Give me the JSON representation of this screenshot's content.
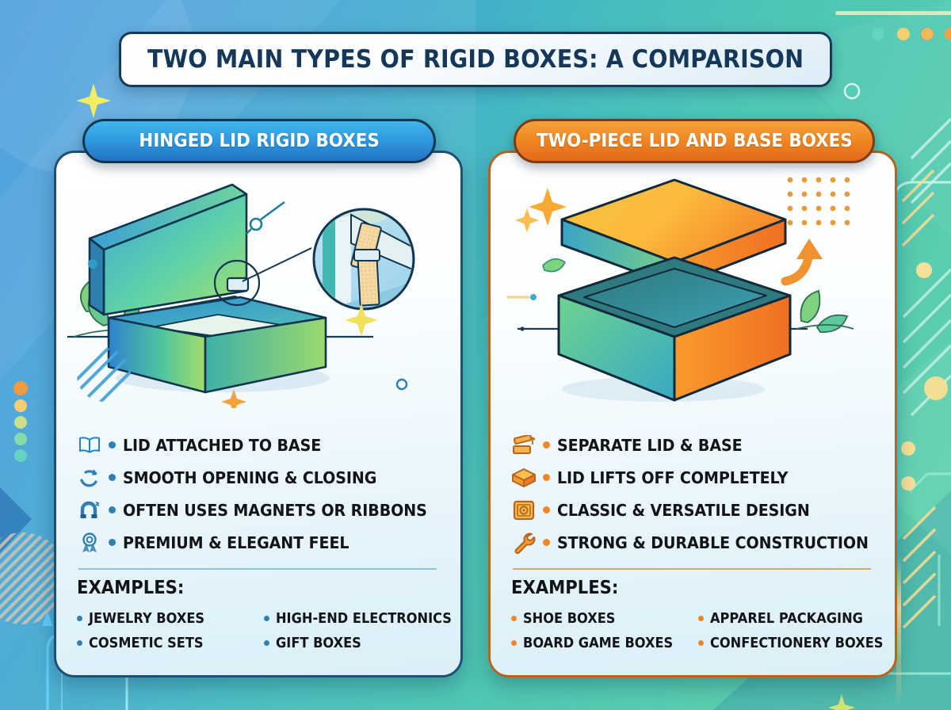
{
  "header": {
    "title": "TWO MAIN TYPES OF RIGID BOXES: A COMPARISON"
  },
  "colors": {
    "left_accent": "#2272c4",
    "left_pill_border": "#12364f",
    "right_accent": "#ef8722",
    "right_pill_border": "#7e3b10",
    "title_text": "#14375a",
    "body_text": "#121418",
    "background_start": "#2f8fd8",
    "background_end": "#62d2ad"
  },
  "columns": [
    {
      "id": "hinged-lid",
      "heading": "HINGED LID RIGID BOXES",
      "illustration": "open-hinged-box-with-hinge-magnifier-callout",
      "features": [
        {
          "icon": "open-book-icon",
          "label": "LID ATTACHED TO BASE"
        },
        {
          "icon": "refresh-arrow-icon",
          "label": "SMOOTH OPENING & CLOSING"
        },
        {
          "icon": "magnet-icon",
          "label": "OFTEN USES MAGNETS OR RIBBONS"
        },
        {
          "icon": "award-ribbon-icon",
          "label": "PREMIUM & ELEGANT FEEL"
        }
      ],
      "examples_title": "EXAMPLES:",
      "examples": [
        "JEWELRY BOXES",
        "HIGH-END ELECTRONICS",
        "COSMETIC SETS",
        "GIFT BOXES"
      ]
    },
    {
      "id": "two-piece",
      "heading": "TWO-PIECE LID AND BASE BOXES",
      "illustration": "lid-floating-above-base-box",
      "features": [
        {
          "icon": "lifting-lid-icon",
          "label": "SEPARATE LID & BASE"
        },
        {
          "icon": "parcel-box-icon",
          "label": "LID LIFTS OFF COMPLETELY"
        },
        {
          "icon": "safe-vault-icon",
          "label": "CLASSIC & VERSATILE DESIGN"
        },
        {
          "icon": "wrench-icon",
          "label": "STRONG & DURABLE CONSTRUCTION"
        }
      ],
      "examples_title": "EXAMPLES:",
      "examples": [
        "SHOE BOXES",
        "APPAREL PACKAGING",
        "BOARD GAME BOXES",
        "CONFECTIONERY BOXES"
      ]
    }
  ]
}
